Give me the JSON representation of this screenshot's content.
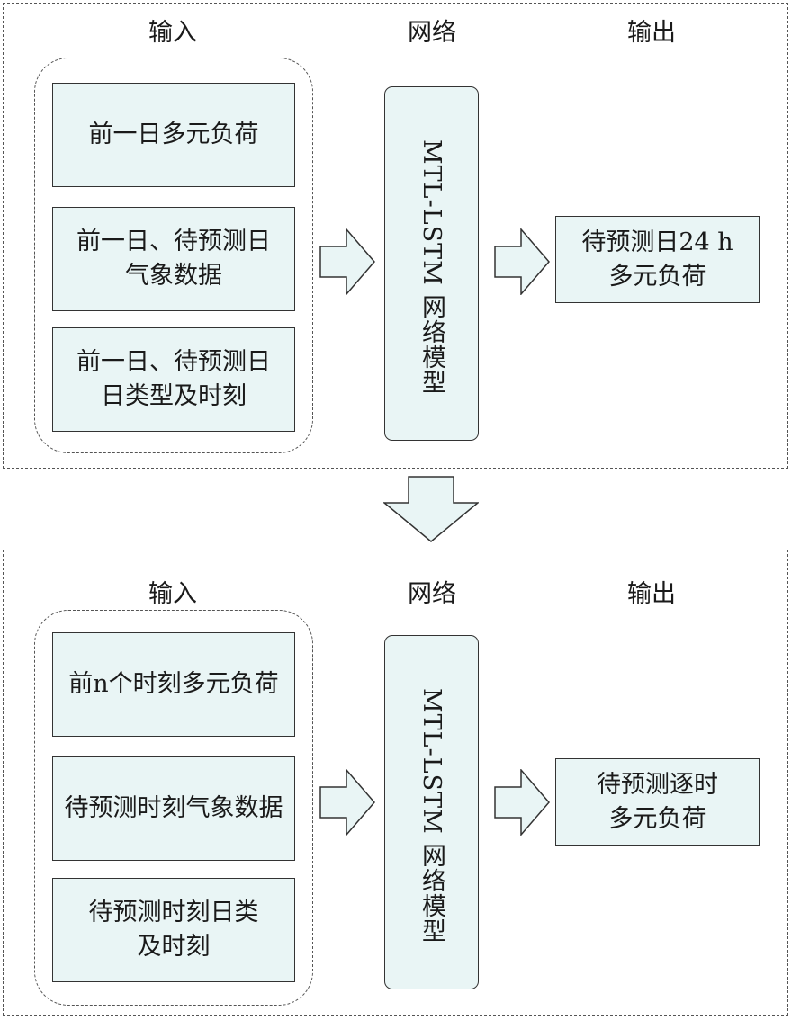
{
  "panels": [
    {
      "headers": {
        "input": "输入",
        "network": "网络",
        "output": "输出"
      },
      "inputs": [
        "前一日多元负荷",
        "前一日、待预测日\n气象数据",
        "前一日、待预测日\n日类型及时刻"
      ],
      "network": "MTL-LSTM 网络模型",
      "output": "待预测日24 h\n多元负荷"
    },
    {
      "headers": {
        "input": "输入",
        "network": "网络",
        "output": "输出"
      },
      "inputs": [
        "前n个时刻多元负荷",
        "待预测时刻气象数据",
        "待预测时刻日类\n及时刻"
      ],
      "network": "MTL-LSTM 网络模型",
      "output": "待预测逐时\n多元负荷"
    }
  ]
}
